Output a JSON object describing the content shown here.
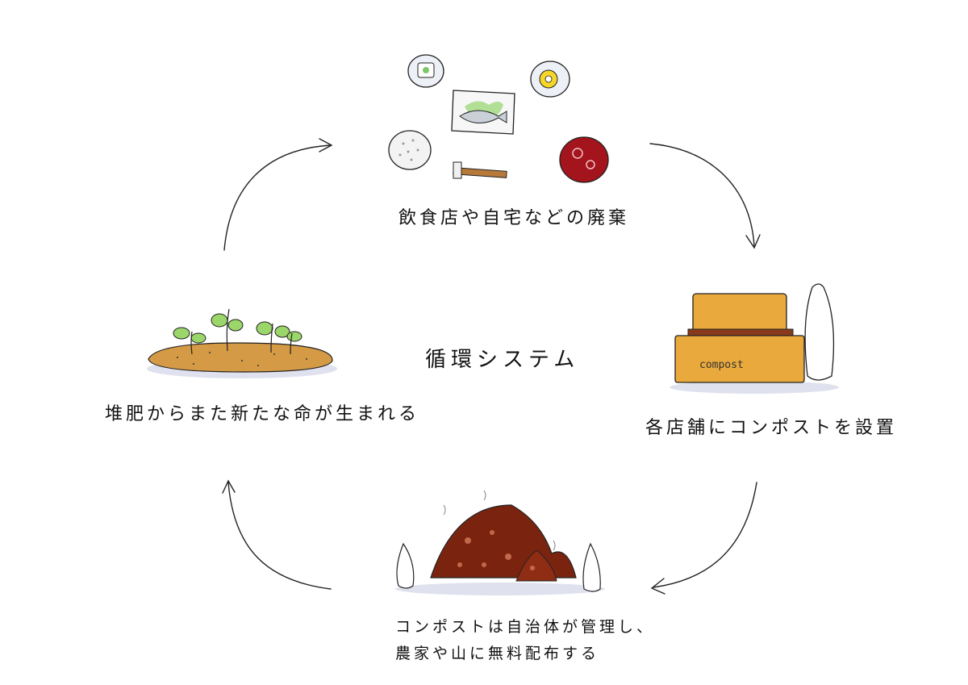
{
  "diagram": {
    "center_title": "循環システム",
    "nodes": {
      "top": {
        "label": "飲食店や自宅などの廃棄"
      },
      "right": {
        "label": "各店舗にコンポストを設置",
        "box_text": "compost"
      },
      "bottom": {
        "label_line1": "コンポストは自治体が管理し、",
        "label_line2": "農家や山に無料配布する"
      },
      "left": {
        "label": "堆肥からまた新たな命が生まれる"
      }
    },
    "colors": {
      "compost_orange": "#e9a93c",
      "compost_soil": "#8a3a1c",
      "soil_heap": "#7a2410",
      "sprout_green": "#9bd66a",
      "field_soil": "#d49a45",
      "miso_red": "#a3141c",
      "egg_yellow": "#f5d629"
    },
    "icons": [
      "food-plate-icon",
      "compost-box-icon",
      "compost-heap-icon",
      "sprout-field-icon",
      "cycle-arrow-icon"
    ]
  }
}
